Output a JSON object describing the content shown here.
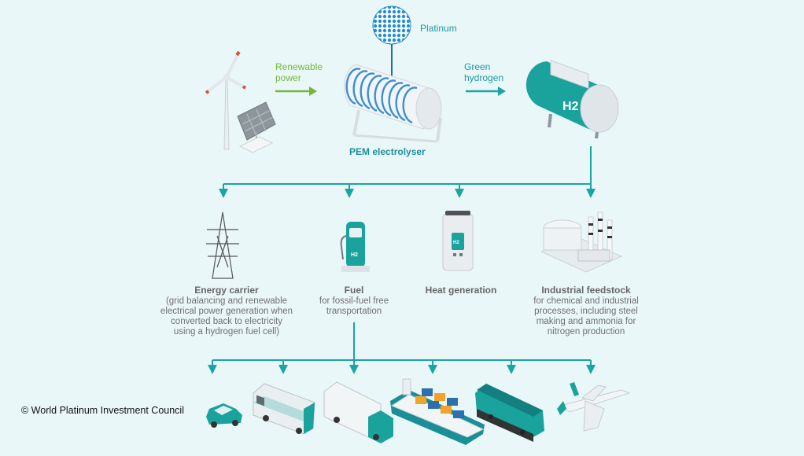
{
  "labels": {
    "renewable": "Renewable\npower",
    "platinum": "Platinum",
    "green_hydrogen": "Green\nhydrogen",
    "pem": "PEM electrolyser",
    "h2_tank": "H2",
    "h2_small": "H2"
  },
  "uses": [
    {
      "title": "Energy carrier",
      "desc": "(grid balancing and renewable\nelectrical power generation when\nconverted back to electricity\nusing a hydrogen fuel cell)"
    },
    {
      "title": "Fuel",
      "desc": "for fossil-fuel free\ntransportation"
    },
    {
      "title": "Heat generation",
      "desc": ""
    },
    {
      "title": "Industrial feedstock",
      "desc": "for chemical and industrial\nprocesses, including steel\nmaking and ammonia for\nnitrogen production"
    }
  ],
  "vehicles": [
    "car-icon",
    "bus-icon",
    "truck-icon",
    "ship-icon",
    "train-icon",
    "plane-icon"
  ],
  "copyright": "© World Platinum Investment Council",
  "colors": {
    "teal": "#1aa5a5",
    "green": "#72b83a",
    "background": "#eaf7f9"
  }
}
